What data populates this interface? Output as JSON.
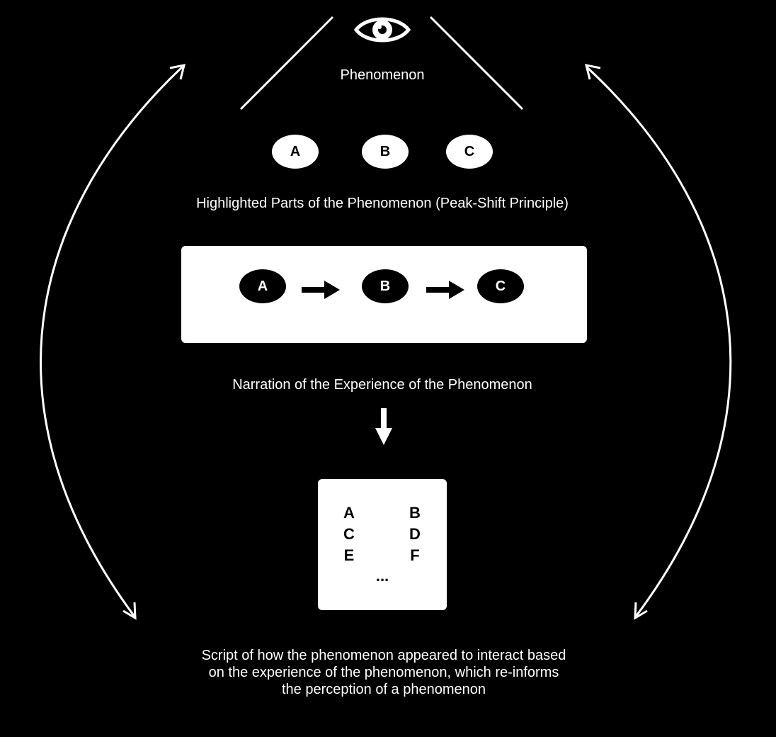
{
  "eye_icon": "eye-icon",
  "phenomenon_label": "Phenomenon",
  "highlighted_parts": {
    "ovals": [
      "A",
      "B",
      "C"
    ],
    "caption": "Highlighted Parts of the Phenomenon (Peak-Shift Principle)"
  },
  "narration": {
    "ovals": [
      "A",
      "B",
      "C"
    ],
    "caption": "Narration of the Experience of the Phenomenon"
  },
  "script_box": {
    "left_column": [
      "A",
      "C",
      "E"
    ],
    "right_column": [
      "B",
      "D",
      "F"
    ],
    "ellipsis": "..."
  },
  "script_caption": {
    "line1": "Script of how the phenomenon appeared to interact based",
    "line2": "on the experience of the phenomenon, which re-informs",
    "line3": "the perception of a phenomenon"
  },
  "colors": {
    "background": "#000000",
    "foreground": "#ffffff"
  }
}
